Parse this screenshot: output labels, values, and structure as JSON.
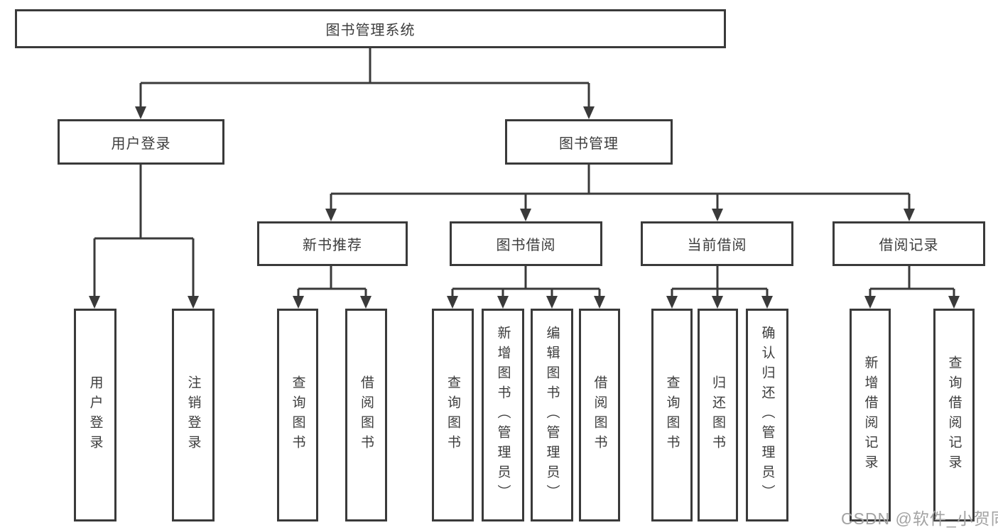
{
  "diagram": {
    "root": {
      "label": "图书管理系统"
    },
    "level2": {
      "user_login": {
        "label": "用户登录"
      },
      "book_management": {
        "label": "图书管理"
      }
    },
    "level3": {
      "new_book_recommend": {
        "label": "新书推荐"
      },
      "book_borrowing": {
        "label": "图书借阅"
      },
      "current_borrowing": {
        "label": "当前借阅"
      },
      "borrowing_records": {
        "label": "借阅记录"
      }
    },
    "leaves": {
      "user_login": {
        "label": "用户登录"
      },
      "logout": {
        "label": "注销登录"
      },
      "rec_query_books": {
        "label": "查询图书"
      },
      "rec_borrow_books": {
        "label": "借阅图书"
      },
      "bb_query_books": {
        "label": "查询图书"
      },
      "bb_add_books": {
        "label": "新增图书（管理员）"
      },
      "bb_edit_books": {
        "label": "编辑图书（管理员）"
      },
      "bb_borrow_books": {
        "label": "借阅图书"
      },
      "cb_query_books": {
        "label": "查询图书"
      },
      "cb_return_books": {
        "label": "归还图书"
      },
      "cb_confirm_return": {
        "label": "确认归还（管理员）"
      },
      "br_add_record": {
        "label": "新增借阅记录"
      },
      "br_query_record": {
        "label": "查询借阅记录"
      }
    },
    "watermark": {
      "text": "CSDN @软件_小贺同学"
    },
    "colors": {
      "line": "#3a3a3a",
      "text": "#3d3d3d",
      "watermark": "#a3a3a3",
      "background": "#ffffff"
    }
  }
}
